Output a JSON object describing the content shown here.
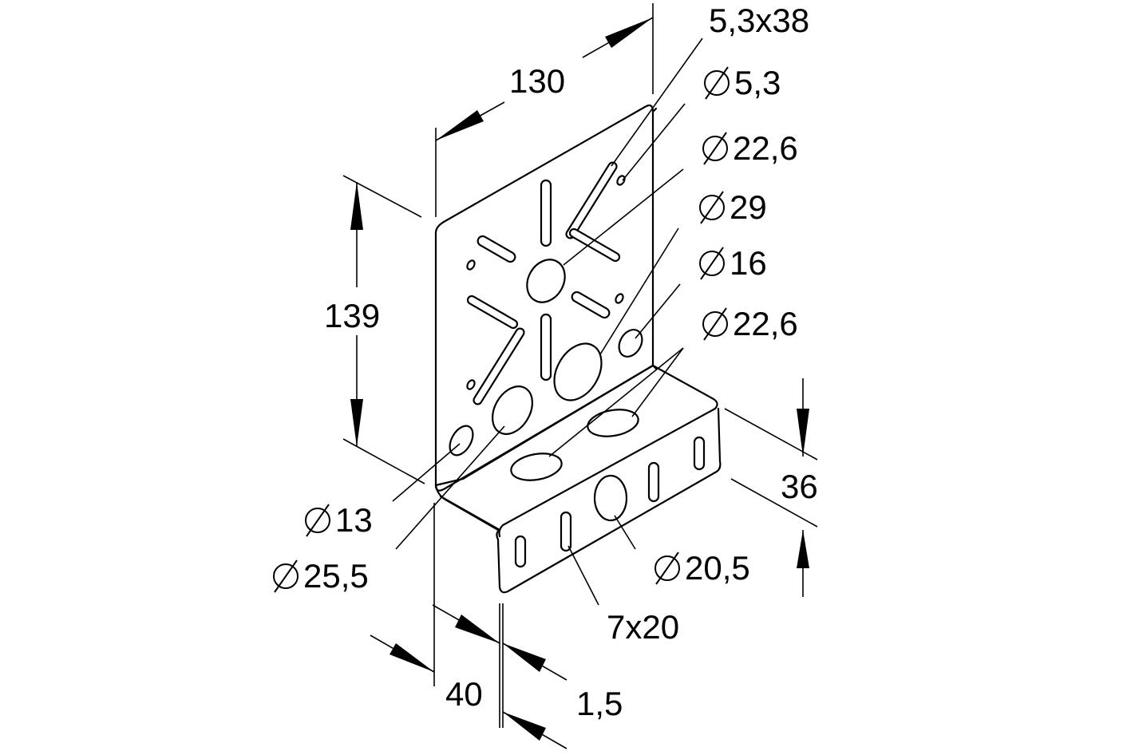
{
  "dimensions": {
    "width": "130",
    "height": "139",
    "depth": "40",
    "thickness": "1,5",
    "flange_height": "36"
  },
  "callouts": {
    "slot_long": "5,3x38",
    "hole_small": "5,3",
    "hole_center": "22,6",
    "hole_29": "29",
    "hole_16": "16",
    "hole_base": "22,6",
    "hole_13": "13",
    "hole_25": "25,5",
    "hole_front": "20,5",
    "slot_front": "7x20"
  },
  "symbols": {
    "diameter": "diameter-symbol"
  }
}
